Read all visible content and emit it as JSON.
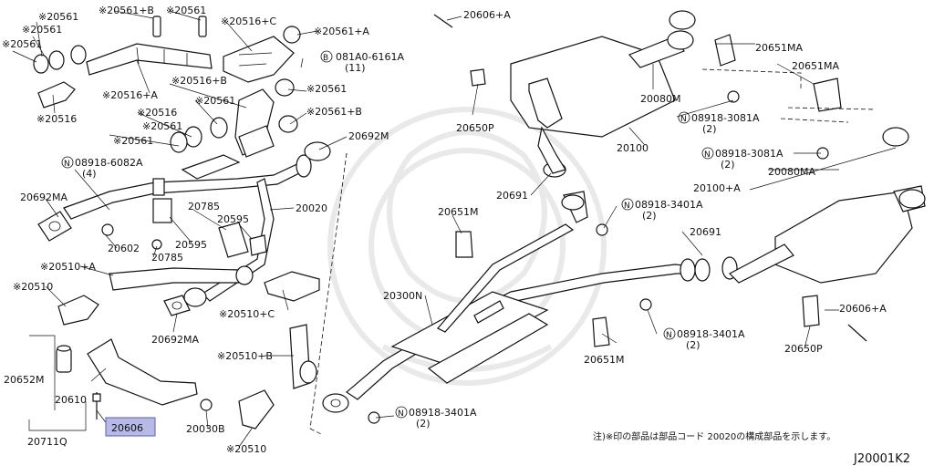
{
  "labels": {
    "p20561a": "※20561",
    "p20561b": "※20561+B",
    "p20561c": "※20561",
    "p20561d": "※20561",
    "p20561e": "※20561",
    "p20516c": "※20516+C",
    "p20561f": "※20561+A",
    "p20516": "※20516",
    "p20516a": "※20516+A",
    "p20516b": "※20516+B",
    "p20561g": "※20561",
    "p20516d": "※20516",
    "p20561h": "※20561",
    "p20561i": "※20561",
    "p20561j": "※20561",
    "p20561k": "※20561+B",
    "bolt081": "081A0-6161A",
    "bolt081q": "(11)",
    "nut6082": "08918-6082A",
    "nut6082q": "(4)",
    "p20692m": "20692M",
    "p20692ma": "20692MA",
    "p20692ma2": "20692MA",
    "p20785": "20785",
    "p20785b": "20785",
    "p20595": "20595",
    "p20595b": "20595",
    "p20020": "20020",
    "p20602": "20602",
    "p20510a": "※20510+A",
    "p20510": "※20510",
    "p20510c": "※20510+C",
    "p20510b": "※20510+B",
    "p20510d": "※20510",
    "p20652m": "20652M",
    "p20610": "20610",
    "p20711q": "20711Q",
    "p20606": "20606",
    "p20030b": "20030B",
    "p20606a": "20606+A",
    "p20650p": "20650P",
    "p20080m": "20080M",
    "p20651ma": "20651MA",
    "p20651ma2": "20651MA",
    "nut3081": "08918-3081A",
    "nut3081q": "(2)",
    "nut3081b": "08918-3081A",
    "nut3081bq": "(2)",
    "p20100": "20100",
    "p20080ma": "20080MA",
    "p20100a": "20100+A",
    "p20691": "20691",
    "nut3401": "08918-3401A",
    "nut3401q": "(2)",
    "p20651m": "20651M",
    "p20691b": "20691",
    "p20300n": "20300N",
    "nut3401b": "08918-3401A",
    "nut3401bq": "(2)",
    "p20606a2": "20606+A",
    "p20650p2": "20650P",
    "p20651m2": "20651M",
    "nut3401c": "08918-3401A",
    "nut3401cq": "(2)"
  },
  "symbols": {
    "nut": "N",
    "bolt": "B"
  },
  "note": "注)※印の部品は部品コード 20020の構成部品を示します。",
  "diagram_code": "J20001K2",
  "highlight_part": "20606",
  "highlight_color": "#b7b9e6"
}
